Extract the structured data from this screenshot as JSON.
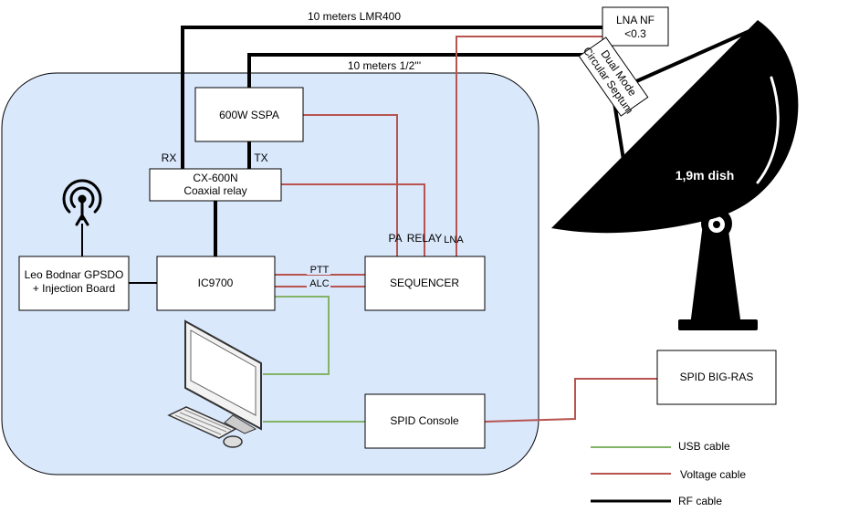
{
  "cables": {
    "rx_cable_label": "10 meters LMR400",
    "tx_cable_label": "10 meters 1/2'''"
  },
  "nodes": {
    "lna_line1": "LNA NF",
    "lna_line2": "<0.3",
    "septum_line1": "Dual Mode",
    "septum_line2": "Circular Septum",
    "sspa": "600W SSPA",
    "relay_line1": "CX-600N",
    "relay_line2": "Coaxial relay",
    "gpsdo_line1": "Leo Bodnar GPSDO",
    "gpsdo_line2": "+ Injection Board",
    "radio": "IC9700",
    "sequencer": "SEQUENCER",
    "spid_console": "SPID Console",
    "spid_rotator": "SPID BIG-RAS",
    "dish": "1,9m dish"
  },
  "ports": {
    "rx": "RX",
    "tx": "TX",
    "pa": "PA",
    "relay": "RELAY",
    "lna": "LNA",
    "ptt": "PTT",
    "alc": "ALC"
  },
  "legend": {
    "usb": "USB cable",
    "voltage": "Voltage cable",
    "rf": "RF cable"
  },
  "colors": {
    "usb": "#82b366",
    "voltage": "#b85450",
    "rf": "#000000",
    "shack": "#dae8fc"
  }
}
